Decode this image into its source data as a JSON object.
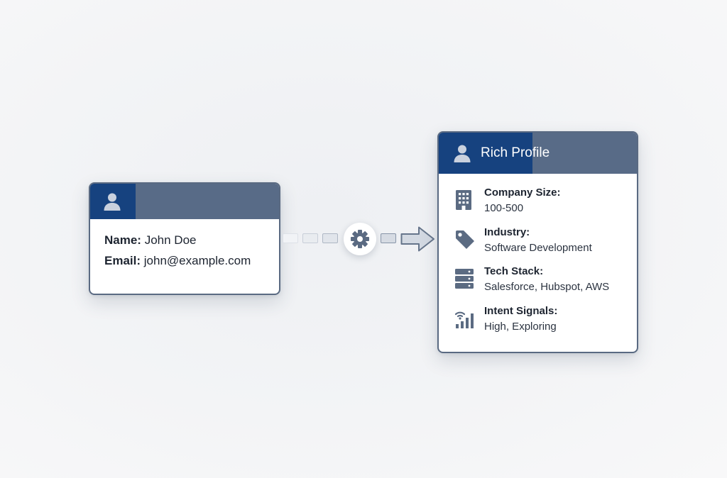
{
  "colors": {
    "header_dark": "#16427f",
    "header_slate": "#586b87",
    "card_border": "#5a6a82",
    "icon_slate": "#5b6b82"
  },
  "source_card": {
    "icon": "user-icon",
    "fields": [
      {
        "label": "Name:",
        "value": "John Doe"
      },
      {
        "label": "Email:",
        "value": "john@example.com"
      }
    ]
  },
  "pipeline": {
    "icon": "gear-icon",
    "arrow_icon": "arrow-right-icon"
  },
  "rich_card": {
    "title": "Rich Profile",
    "icon": "user-icon",
    "attributes": [
      {
        "icon": "building-icon",
        "label": "Company Size:",
        "value": "100-500"
      },
      {
        "icon": "tag-icon",
        "label": "Industry:",
        "value": "Software Development"
      },
      {
        "icon": "server-stack-icon",
        "label": "Tech Stack:",
        "value": "Salesforce, Hubspot, AWS"
      },
      {
        "icon": "signal-icon",
        "label": "Intent Signals:",
        "value": "High, Exploring"
      }
    ]
  }
}
